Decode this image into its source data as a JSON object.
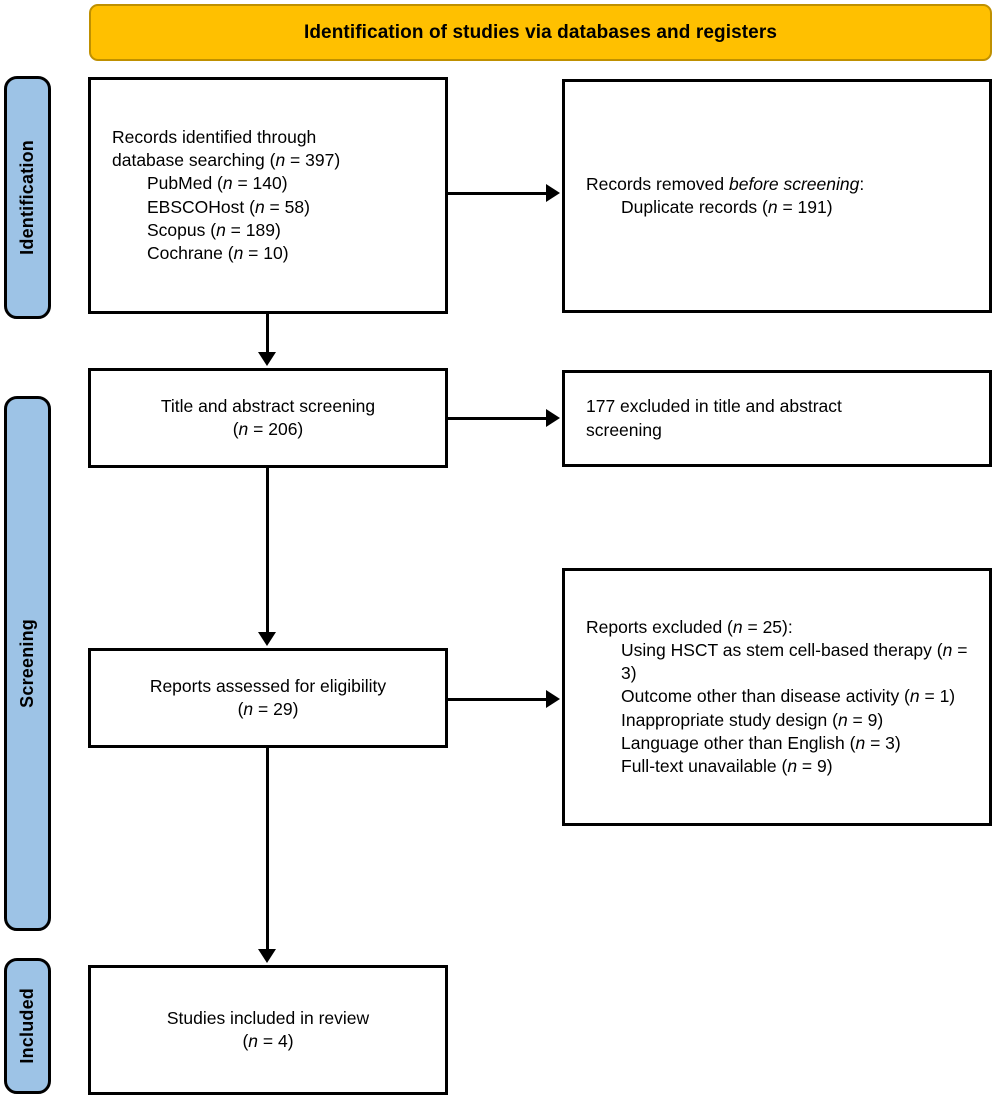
{
  "header": {
    "title": "Identification of studies via databases and registers",
    "background_color": "#FFC000",
    "border_color": "#BF9000"
  },
  "stages": {
    "identification": "Identification",
    "screening": "Screening",
    "included": "Included",
    "background_color": "#9DC3E6"
  },
  "boxes": {
    "records_identified": {
      "line1": "Records identified through",
      "line2_prefix": "database searching (",
      "line2_n": "n",
      "line2_suffix": " = 397)",
      "sources": [
        {
          "name": "PubMed (",
          "n": "n",
          "value": " = 140)"
        },
        {
          "name": "EBSCOHost (",
          "n": "n",
          "value": " = 58)"
        },
        {
          "name": "Scopus (",
          "n": "n",
          "value": " = 189)"
        },
        {
          "name": "Cochrane (",
          "n": "n",
          "value": " = 10)"
        }
      ]
    },
    "records_removed": {
      "line1_prefix": "Records removed ",
      "line1_italic": "before screening",
      "line1_suffix": ":",
      "line2_prefix": "Duplicate records (",
      "line2_n": "n",
      "line2_suffix": " = 191)"
    },
    "title_abstract_screening": {
      "line1": "Title and abstract screening",
      "line2_prefix": "(",
      "line2_n": "n",
      "line2_suffix": " = 206)"
    },
    "excluded_title_abstract": {
      "line1": "177 excluded in title and abstract",
      "line2": "screening"
    },
    "reports_assessed": {
      "line1": "Reports assessed for eligibility",
      "line2_prefix": "(",
      "line2_n": "n",
      "line2_suffix": " = 29)"
    },
    "reports_excluded": {
      "heading_prefix": "Reports excluded (",
      "heading_n": "n",
      "heading_suffix": " = 25):",
      "reasons": [
        {
          "text": "Using HSCT as stem cell-based therapy (",
          "n": "n",
          "value": " = 3)"
        },
        {
          "text": "Outcome other than disease activity (",
          "n": "n",
          "value": " = 1)"
        },
        {
          "text": "Inappropriate study design (",
          "n": "n",
          "value": " = 9)"
        },
        {
          "text": "Language other than English (",
          "n": "n",
          "value": " = 3)"
        },
        {
          "text": "Full-text unavailable (",
          "n": "n",
          "value": " = 9)"
        }
      ]
    },
    "studies_included": {
      "line1": "Studies included in review",
      "line2_prefix": "(",
      "line2_n": "n",
      "line2_suffix": " = 4)"
    }
  }
}
